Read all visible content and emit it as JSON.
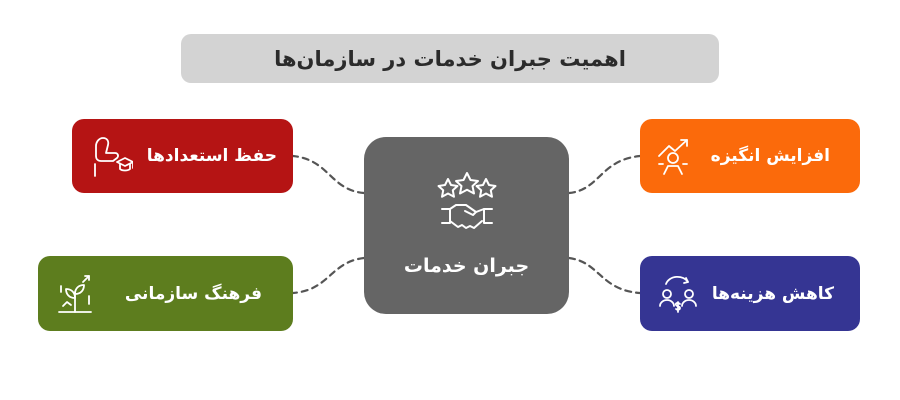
{
  "title": "اهمیت جبران خدمات در سازمان‌ها",
  "center": {
    "label": "جبران خدمات",
    "icon": "handshake-stars-icon"
  },
  "nodes": [
    {
      "id": "motivation",
      "label": "افزایش انگیزه",
      "icon": "growth-person-icon",
      "color": "#fb6a0b"
    },
    {
      "id": "cost",
      "label": "کاهش هزینه‌ها",
      "icon": "people-exchange-dollar-icon",
      "color": "#353593"
    },
    {
      "id": "talent",
      "label": "حفظ استعدادها",
      "icon": "hand-graduation-cap-icon",
      "color": "#b51414"
    },
    {
      "id": "culture",
      "label": "فرهنگ سازمانی",
      "icon": "plant-growth-icon",
      "color": "#5d7d1e"
    }
  ],
  "colors": {
    "title_bg": "#d3d3d3",
    "center_bg": "#656565",
    "connector": "#555555"
  }
}
